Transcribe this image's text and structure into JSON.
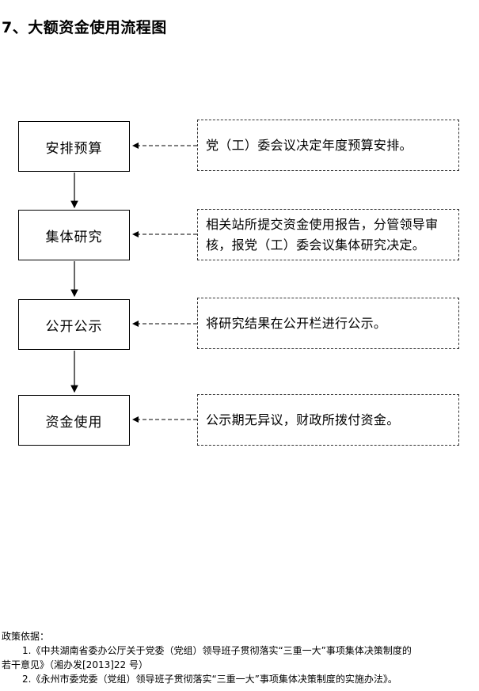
{
  "title": "7、大额资金使用流程图",
  "steps": [
    {
      "label": "安排预算",
      "note": "党（工）委会议决定年度预算安排。"
    },
    {
      "label": "集体研究",
      "note": "相关站所提交资金使用报告，分管领导审核，报党（工）委会议集体研究决定。"
    },
    {
      "label": "公开公示",
      "note": "将研究结果在公开栏进行公示。"
    },
    {
      "label": "资金使用",
      "note": "公示期无异议，财政所拨付资金。"
    }
  ],
  "policy": {
    "heading": "政策依据：",
    "items": [
      {
        "line1": "1.《中共湖南省委办公厅关于党委（党组）领导班子贯彻落实“三重一大”事项集体决策制度的",
        "line2": "若干意见》（湘办发[2013]22 号）"
      },
      {
        "line1": "2.《永州市委党委（党组）领导班子贯彻落实“三重一大”事项集体决策制度的实施办法》。",
        "line2": ""
      }
    ]
  }
}
